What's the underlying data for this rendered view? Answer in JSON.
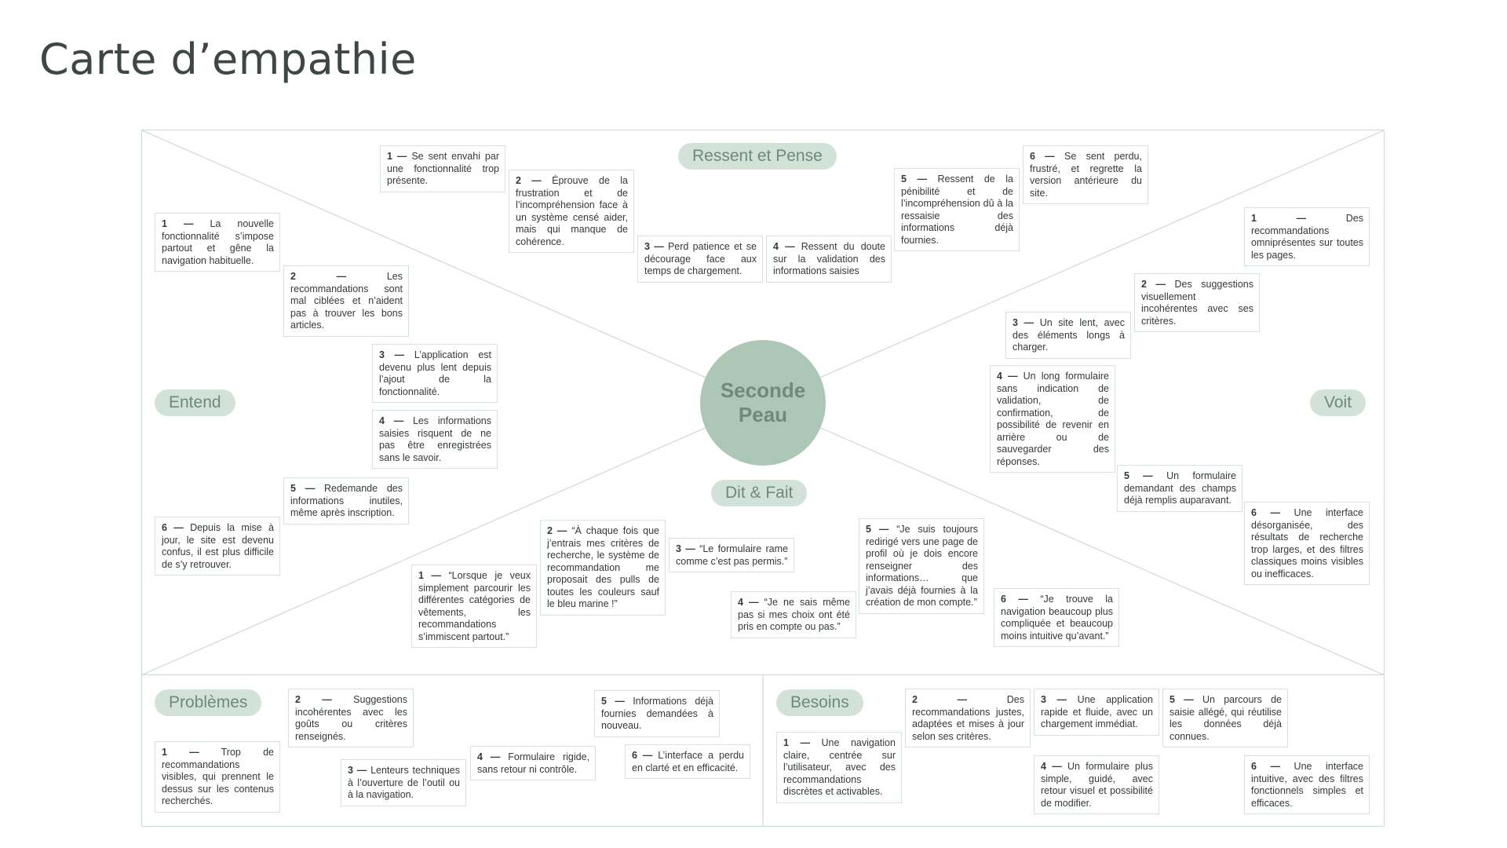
{
  "title": "Carte d’empathie",
  "center": "Seconde\nPeau",
  "sections": {
    "ressent": "Ressent et Pense",
    "entend": "Entend",
    "voit": "Voit",
    "dit": "Dit & Fait",
    "problemes": "Problèmes",
    "besoins": "Besoins"
  },
  "ressent_notes": [
    {
      "n": "1 —",
      "t": "Se sent envahi par une fonctionnalité trop présente."
    },
    {
      "n": "2 —",
      "t": "Éprouve de la frustration et de l’incompréhension face à un système censé aider, mais qui manque de cohérence."
    },
    {
      "n": "3 —",
      "t": "Perd patience et se décourage face aux temps de chargement."
    },
    {
      "n": "4 —",
      "t": "Ressent du doute sur la validation des informations saisies"
    },
    {
      "n": "5 —",
      "t": "Ressent de la pénibilité et de l’incompréhension dû à la ressaisie des informations déjà fournies."
    },
    {
      "n": "6 —",
      "t": "Se sent perdu, frustré, et regrette la version antérieure du site."
    }
  ],
  "entend_notes": [
    {
      "n": "1 —",
      "t": "La nouvelle fonctionnalité s’impose partout et gêne la navigation habituelle."
    },
    {
      "n": "2 —",
      "t": "Les recommandations sont mal ciblées et n’aident pas à trouver les bons articles."
    },
    {
      "n": "3 —",
      "t": "L’application est devenu plus lent depuis l’ajout de la fonctionnalité."
    },
    {
      "n": "4 —",
      "t": "Les informations saisies risquent de ne pas être enregistrées sans le savoir."
    },
    {
      "n": "5 —",
      "t": "Redemande des informations inutiles, même après inscription."
    },
    {
      "n": "6 —",
      "t": "Depuis la mise à jour, le site est devenu confus, il est plus difficile de s’y retrouver."
    }
  ],
  "voit_notes": [
    {
      "n": "1 —",
      "t": "Des recommandations omniprésentes sur toutes les pages."
    },
    {
      "n": "2 —",
      "t": "Des suggestions visuellement incohérentes avec ses critères."
    },
    {
      "n": "3 —",
      "t": "Un site lent, avec des éléments longs à charger."
    },
    {
      "n": "4 —",
      "t": "Un long formulaire sans indication de validation, de confirmation, de possibilité de revenir en arrière ou de sauvegarder des réponses."
    },
    {
      "n": "5 —",
      "t": "Un formulaire demandant des champs déjà remplis auparavant."
    },
    {
      "n": "6 —",
      "t": "Une interface désorganisée, des résultats de recherche trop larges, et des filtres classiques moins visibles ou inefficaces."
    }
  ],
  "dit_notes": [
    {
      "n": "1 —",
      "t": "“Lorsque je veux simplement parcourir les différentes catégories de vêtements, les recommandations s’immiscent partout.”"
    },
    {
      "n": "2 —",
      "t": "“À chaque fois que j’entrais mes critères de recherche, le système de recommandation me proposait des pulls de toutes les couleurs sauf le bleu marine !”"
    },
    {
      "n": "3 —",
      "t": "“Le formulaire rame comme c’est pas permis.”"
    },
    {
      "n": "4 —",
      "t": "“Je ne sais même pas si mes choix ont été pris en compte ou pas.”"
    },
    {
      "n": "5 —",
      "t": "“Je suis toujours redirigé vers une page de profil où je dois encore renseigner des informations… que j’avais déjà fournies à la création de mon compte.”"
    },
    {
      "n": "6 —",
      "t": "“Je trouve la navigation beaucoup plus compliquée et beaucoup moins intuitive qu’avant.”"
    }
  ],
  "problemes_notes": [
    {
      "n": "1 —",
      "t": "Trop de recommandations visibles, qui prennent le dessus sur les contenus recherchés."
    },
    {
      "n": "2 —",
      "t": "Suggestions incohérentes avec les goûts ou critères renseignés."
    },
    {
      "n": "3 —",
      "t": "Lenteurs techniques à l’ouverture de l’outil ou à la navigation."
    },
    {
      "n": "4 —",
      "t": "Formulaire rigide, sans retour ni contrôle."
    },
    {
      "n": "5 —",
      "t": "Informations déjà fournies demandées à nouveau."
    },
    {
      "n": "6 —",
      "t": "L’interface a perdu en clarté et en efficacité."
    }
  ],
  "besoins_notes": [
    {
      "n": "1 —",
      "t": "Une navigation claire, centrée sur l’utilisateur, avec des recommandations discrètes et activables."
    },
    {
      "n": "2 —",
      "t": "Des recommandations justes, adaptées et mises à jour selon ses critères."
    },
    {
      "n": "3 —",
      "t": "Une application rapide et fluide, avec un chargement immédiat."
    },
    {
      "n": "4 —",
      "t": "Un formulaire plus simple, guidé, avec retour visuel et possibilité de modifier."
    },
    {
      "n": "5 —",
      "t": "Un parcours de saisie allégé, qui réutilise les données déjà connues."
    },
    {
      "n": "6 —",
      "t": "Une interface intuitive, avec des filtres fonctionnels simples et efficaces."
    }
  ]
}
